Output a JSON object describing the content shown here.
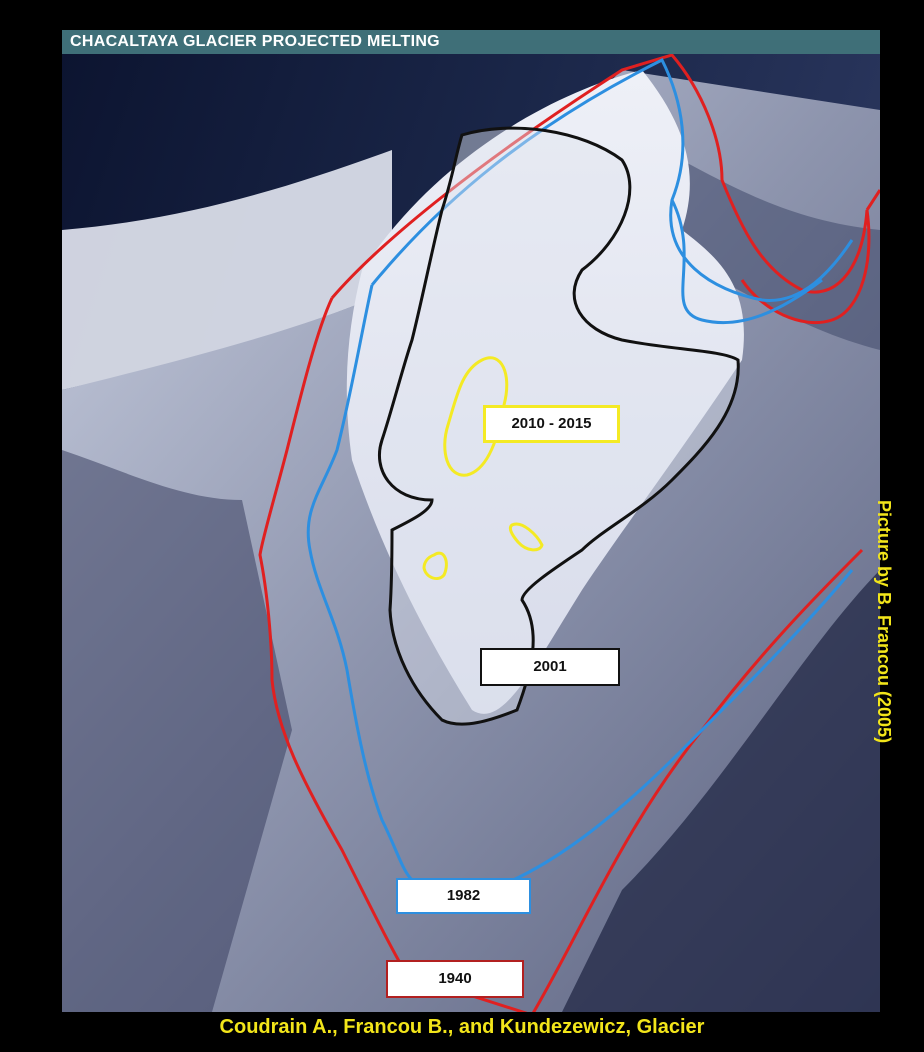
{
  "title": "CHACALTAYA GLACIER PROJECTED MELTING",
  "labels": {
    "y2010_2015": "2010 - 2015",
    "y2001": "2001",
    "y1982": "1982",
    "y1940": "1940"
  },
  "credit": "Picture by B. Francou (2005)",
  "citation": "Coudrain A., Francou B., and Kundezewicz, Glacier",
  "colors": {
    "outline_1940": "#e02020",
    "outline_1982": "#2d8fe0",
    "outline_2001": "#111111",
    "outline_2010_2015": "#f4ea24",
    "title_bar": "#3f6f78",
    "text_yellow": "#f2e51a"
  }
}
